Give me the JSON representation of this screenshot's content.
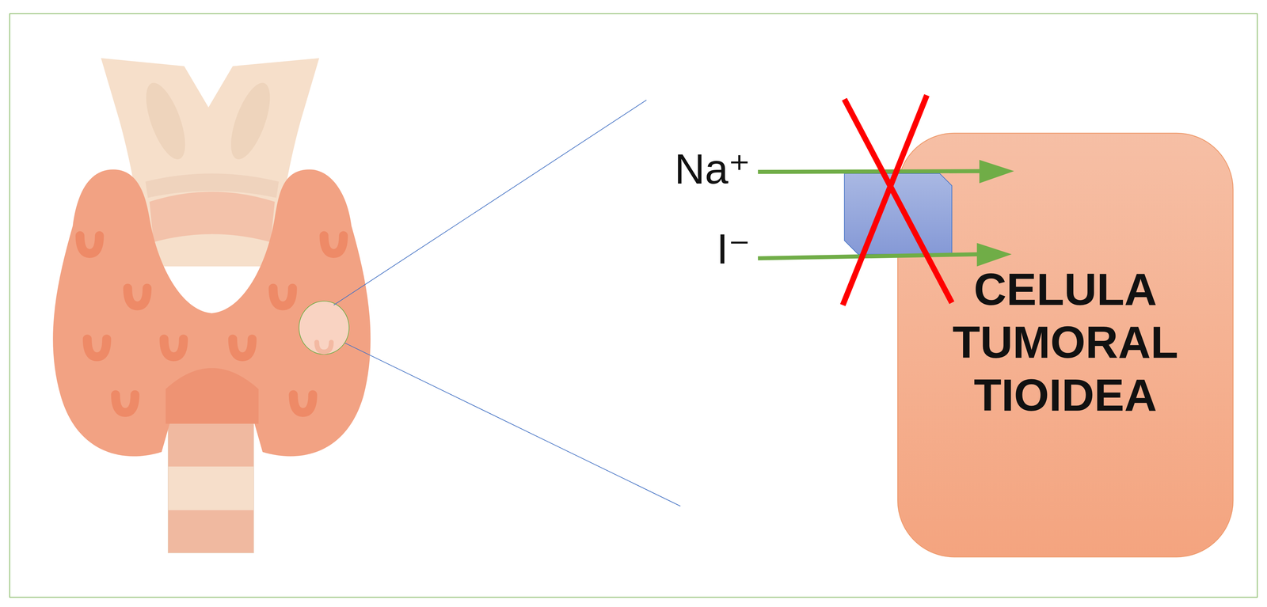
{
  "diagram": {
    "nodes": [
      {
        "text": [
          "CELULA TUMORAL TIOIDEA"
        ]
      }
    ],
    "labels": [
      "Na⁺",
      "I⁻"
    ]
  }
}
